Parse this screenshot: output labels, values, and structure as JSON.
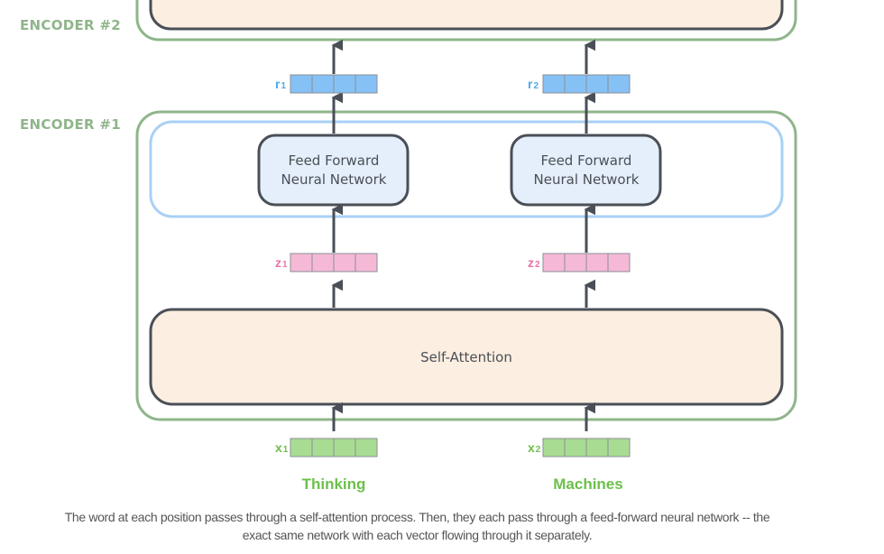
{
  "encoders": [
    {
      "label": "ENCODER #2"
    },
    {
      "label": "ENCODER #1",
      "ffnn_label_line1": "Feed Forward",
      "ffnn_label_line2": "Neural Network",
      "self_attention_label": "Self-Attention"
    }
  ],
  "positions": [
    {
      "word": "Thinking",
      "x_label": "x",
      "x_sub": "1",
      "z_label": "z",
      "z_sub": "1",
      "r_label": "r",
      "r_sub": "1"
    },
    {
      "word": "Machines",
      "x_label": "x",
      "x_sub": "2",
      "z_label": "z",
      "z_sub": "2",
      "r_label": "r",
      "r_sub": "2"
    }
  ],
  "caption": {
    "line1": "The word at each position passes through a self-attention process. Then, they each pass through a feed-forward neural network -- the",
    "line2": "exact same network with each vector flowing through it separately."
  },
  "colors": {
    "encoder_border": "#8fb58a",
    "ffn_group_border": "#a9d0f5",
    "ffn_box_fill": "#e5effb",
    "self_attention_fill": "#fceee0",
    "box_border": "#4a4f57",
    "vector_x": "#a9dc93",
    "vector_z": "#f5b9d6",
    "vector_r": "#85c1f5",
    "label_x": "#6cc04a",
    "label_z": "#e874a8",
    "label_r": "#4ea9e8",
    "arrow": "#4a4f57"
  }
}
